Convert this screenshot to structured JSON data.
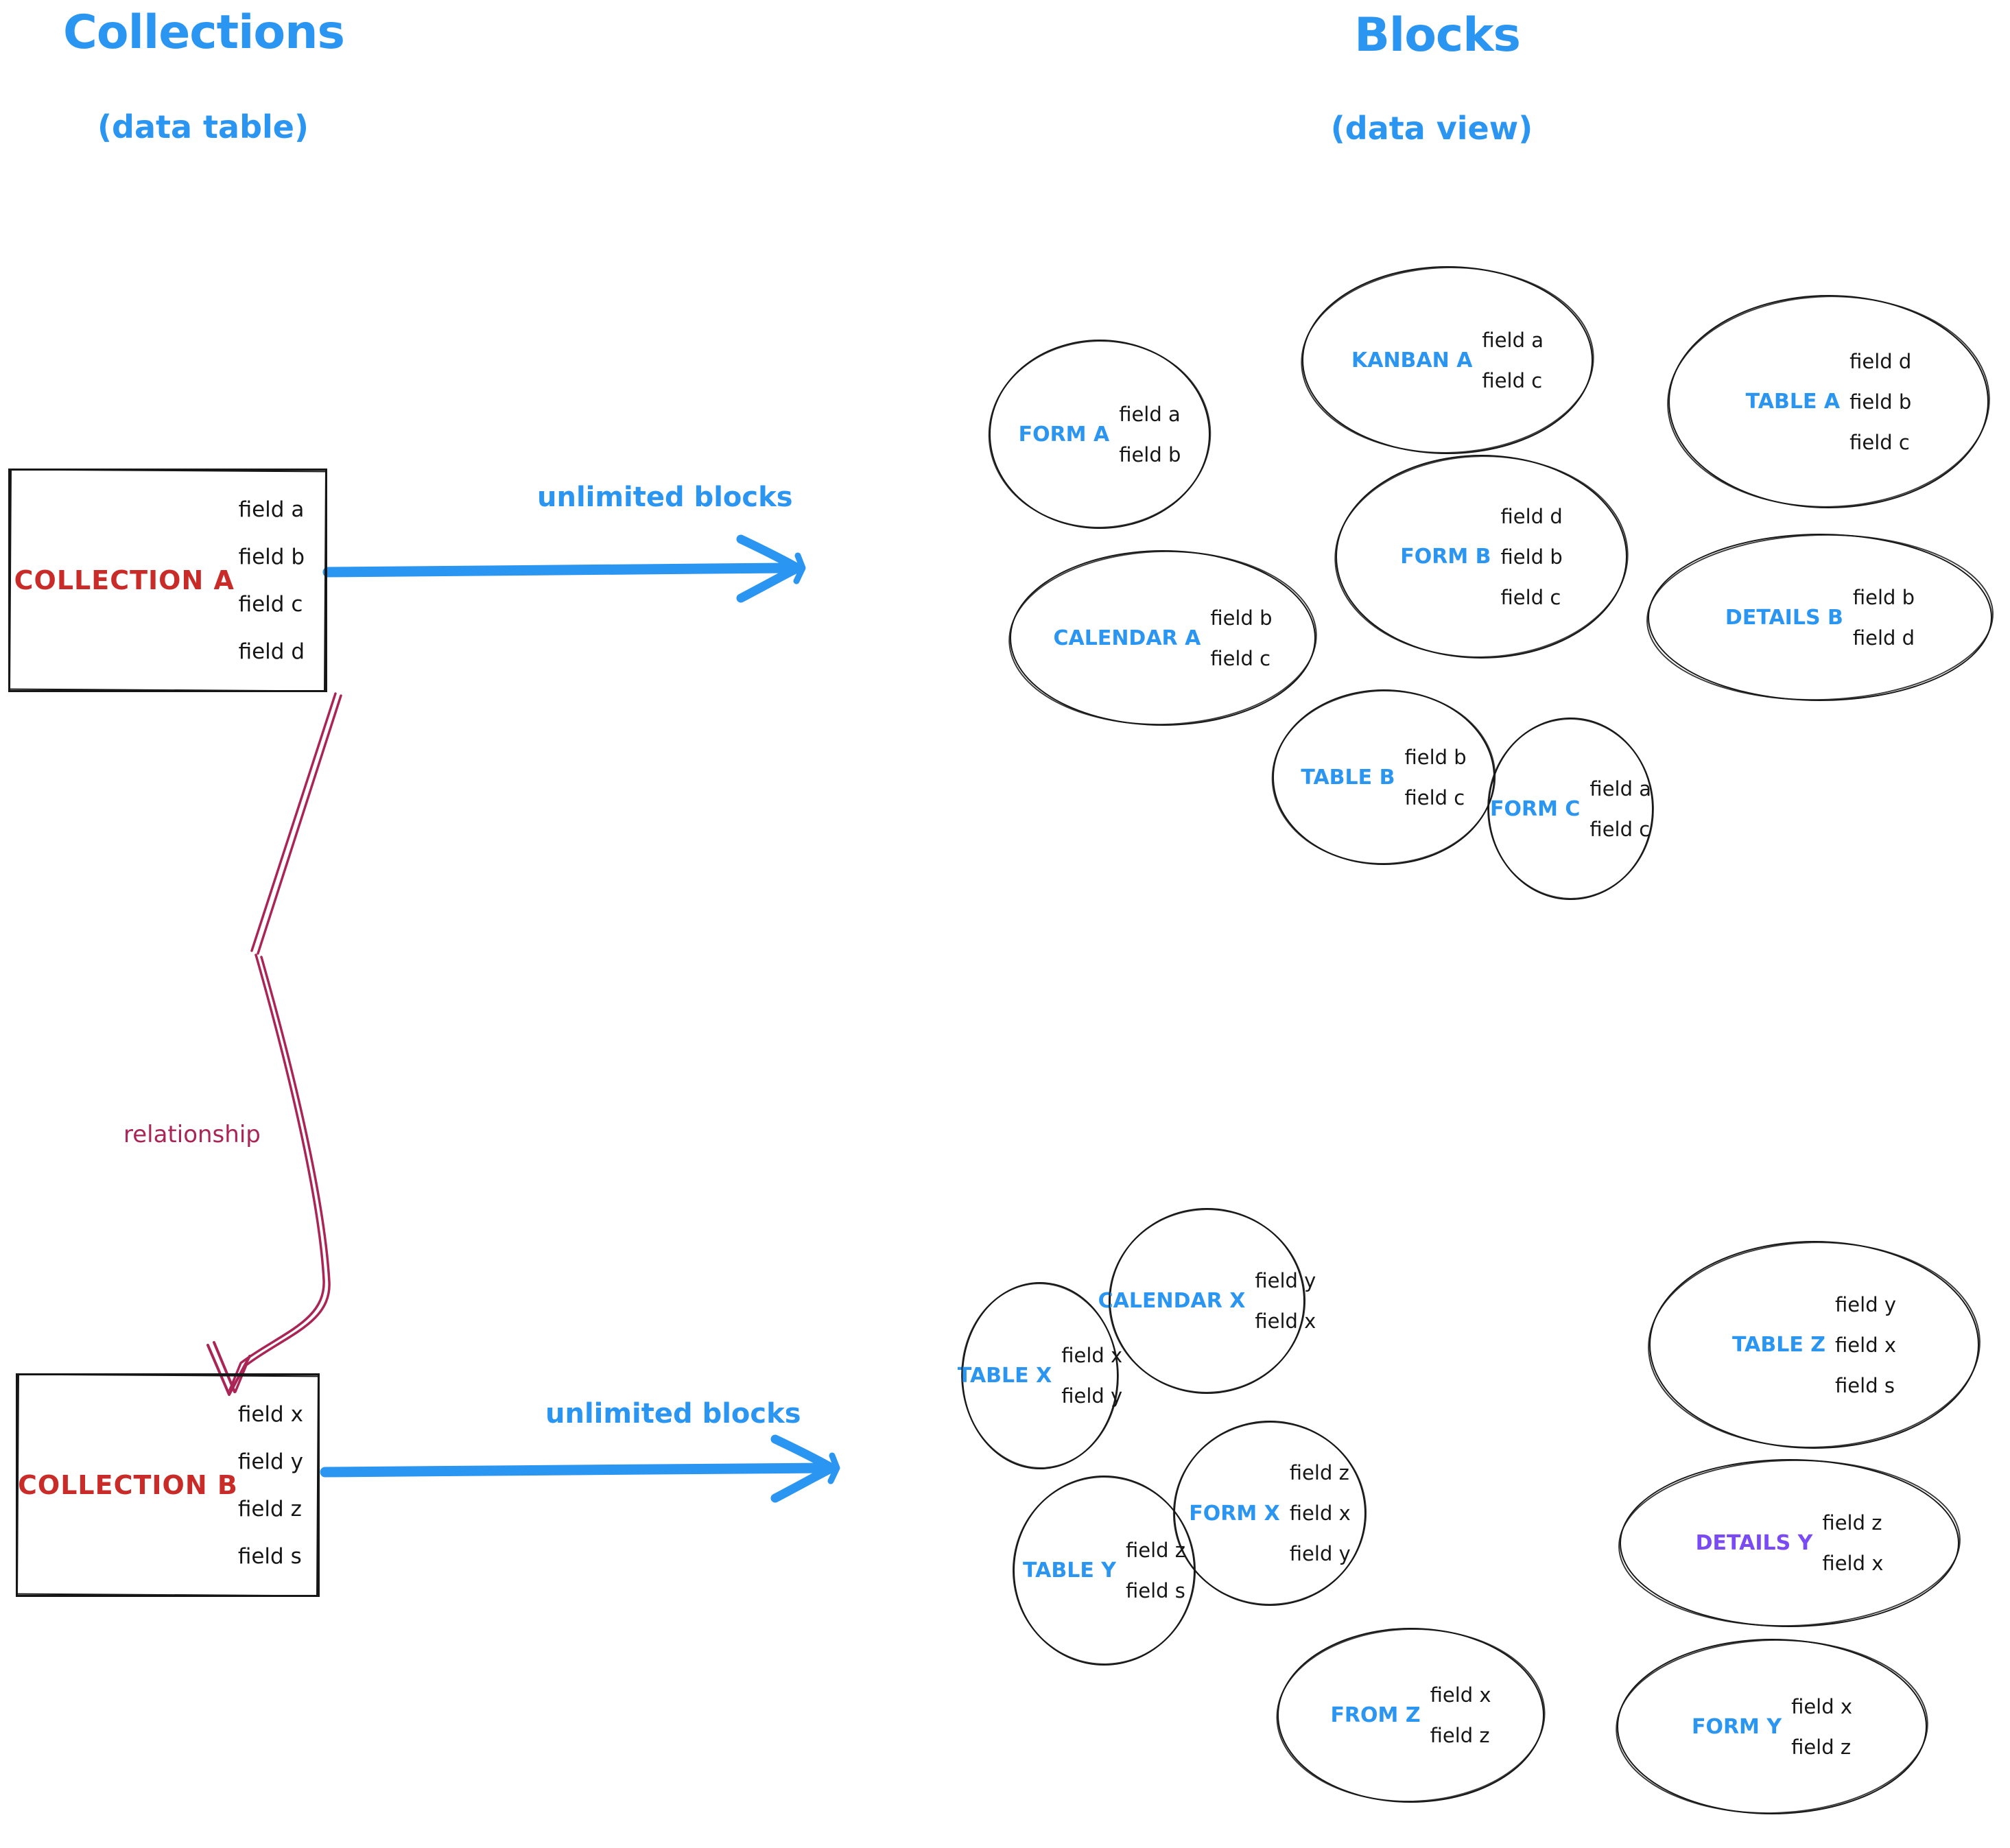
{
  "headers": {
    "left": {
      "title": "Collections",
      "subtitle": "(data table)"
    },
    "right": {
      "title": "Blocks",
      "subtitle": "(data view)"
    }
  },
  "collections": {
    "a": {
      "name": "COLLECTION A",
      "fields": [
        "field a",
        "field b",
        "field c",
        "field d"
      ]
    },
    "b": {
      "name": "COLLECTION B",
      "fields": [
        "field x",
        "field y",
        "field z",
        "field s"
      ]
    }
  },
  "arrows": {
    "a_label": "unlimited blocks",
    "b_label": "unlimited blocks",
    "relationship_label": "relationship"
  },
  "blocks_a": {
    "form_a": {
      "name": "FORM A",
      "fields": [
        "field a",
        "field b"
      ]
    },
    "kanban_a": {
      "name": "KANBAN A",
      "fields": [
        "field a",
        "field c"
      ]
    },
    "table_a": {
      "name": "TABLE A",
      "fields": [
        "field d",
        "field b",
        "field c"
      ]
    },
    "calendar_a": {
      "name": "CALENDAR A",
      "fields": [
        "field b",
        "field c"
      ]
    },
    "form_b": {
      "name": "FORM B",
      "fields": [
        "field d",
        "field b",
        "field c"
      ]
    },
    "details_b": {
      "name": "DETAILS B",
      "fields": [
        "field b",
        "field d"
      ]
    },
    "table_b": {
      "name": "TABLE B",
      "fields": [
        "field b",
        "field c"
      ]
    },
    "form_c": {
      "name": "FORM C",
      "fields": [
        "field a",
        "field c"
      ]
    }
  },
  "blocks_b": {
    "table_x": {
      "name": "TABLE X",
      "fields": [
        "field x",
        "field y"
      ]
    },
    "calendar_x": {
      "name": "CALENDAR X",
      "fields": [
        "field y",
        "field x"
      ]
    },
    "table_z": {
      "name": "TABLE Z",
      "fields": [
        "field y",
        "field x",
        "field s"
      ]
    },
    "table_y": {
      "name": "TABLE Y",
      "fields": [
        "field z",
        "field s"
      ]
    },
    "form_x": {
      "name": "FORM X",
      "fields": [
        "field z",
        "field x",
        "field y"
      ]
    },
    "details_y": {
      "name": "DETAILS Y",
      "fields": [
        "field z",
        "field x"
      ]
    },
    "from_z": {
      "name": "FROM Z",
      "fields": [
        "field x",
        "field z"
      ]
    },
    "form_y": {
      "name": "FORM Y",
      "fields": [
        "field x",
        "field z"
      ]
    }
  },
  "colors": {
    "blue": "#2b95f2",
    "red": "#c92b28",
    "crimson": "#ab2456",
    "purple": "#7a4bf5",
    "ink": "#161616"
  }
}
